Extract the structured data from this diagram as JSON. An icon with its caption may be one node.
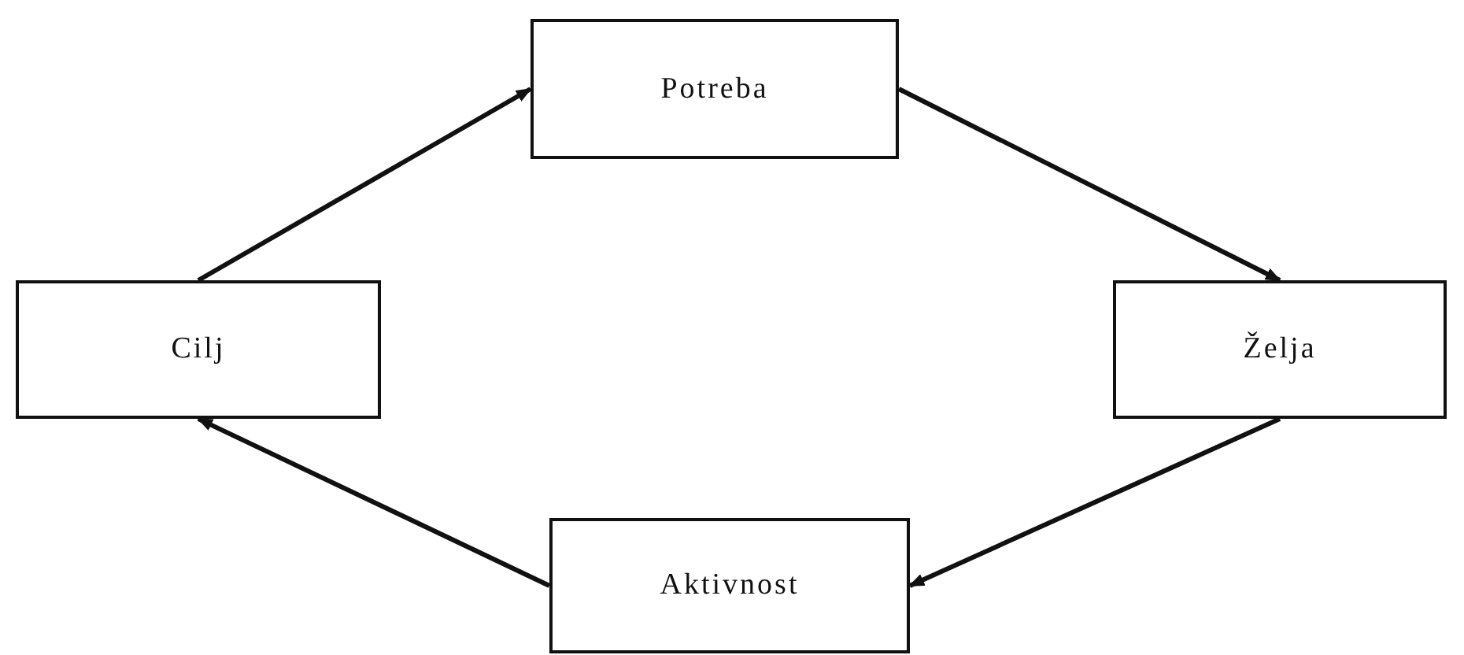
{
  "diagram": {
    "nodes": [
      {
        "text": [
          "Potreba"
        ]
      },
      {
        "text": [
          "Cilj"
        ]
      },
      {
        "text": [
          "Želja"
        ]
      },
      {
        "text": [
          "Aktivnost"
        ]
      }
    ],
    "edges": [
      {
        "from": 1,
        "to": 0,
        "arrow": "to"
      },
      {
        "from": 0,
        "to": 2,
        "arrow": "to"
      },
      {
        "from": 2,
        "to": 3,
        "arrow": "to"
      },
      {
        "from": 3,
        "to": 1,
        "arrow": "to"
      }
    ]
  }
}
